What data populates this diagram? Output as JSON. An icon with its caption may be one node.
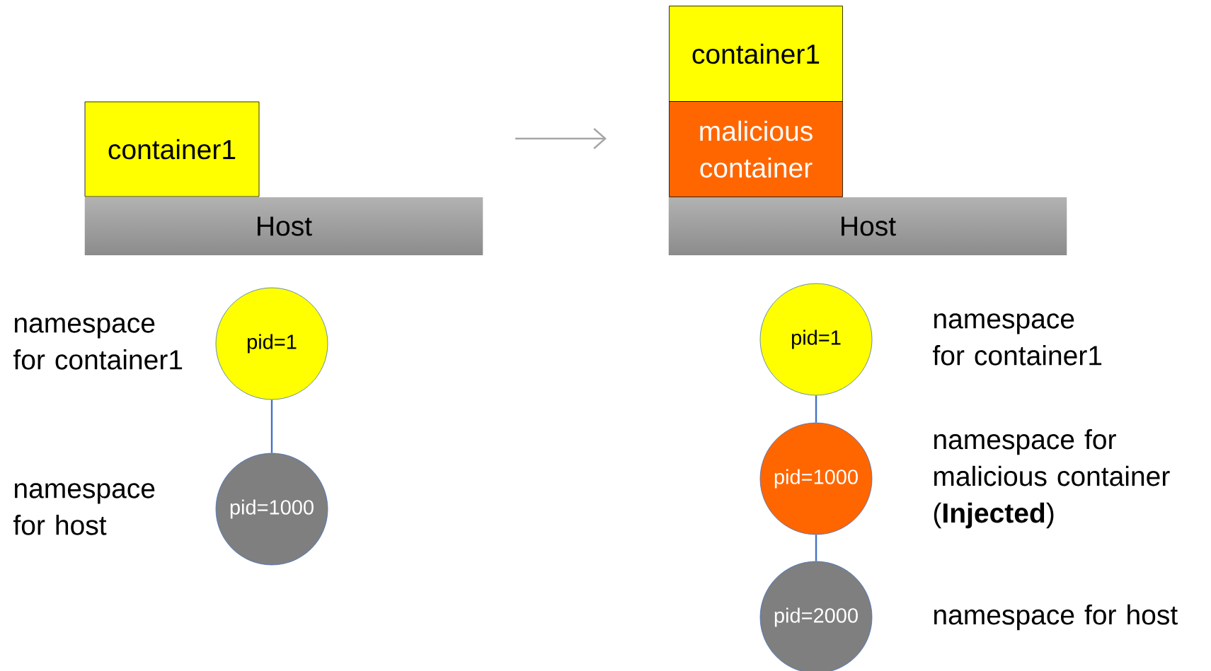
{
  "diagram": {
    "nodes": [
      {
        "text": [
          "container1"
        ]
      },
      {
        "text": [
          "Host"
        ]
      },
      {
        "text": [
          "container1"
        ]
      },
      {
        "text": [
          "malicious container"
        ]
      },
      {
        "text": [
          "Host"
        ]
      },
      {
        "text": [
          "pid=1"
        ],
        "beside": [
          "namespace for container1"
        ]
      },
      {
        "text": [
          "pid=1000"
        ],
        "beside": [
          "namespace for host"
        ]
      },
      {
        "text": [
          "pid=1"
        ],
        "beside": [
          "namespace for container1"
        ]
      },
      {
        "text": [
          "pid=1000"
        ],
        "beside": [
          "namespace for malicious container (**Injected**)"
        ]
      },
      {
        "text": [
          "pid=2000"
        ],
        "beside": [
          "namespace for host"
        ]
      }
    ],
    "edges": [
      {
        "from": 5,
        "to": 6,
        "arrow": "none"
      },
      {
        "from": 7,
        "to": 8,
        "arrow": "none"
      },
      {
        "from": 8,
        "to": 9,
        "arrow": "none"
      }
    ]
  }
}
